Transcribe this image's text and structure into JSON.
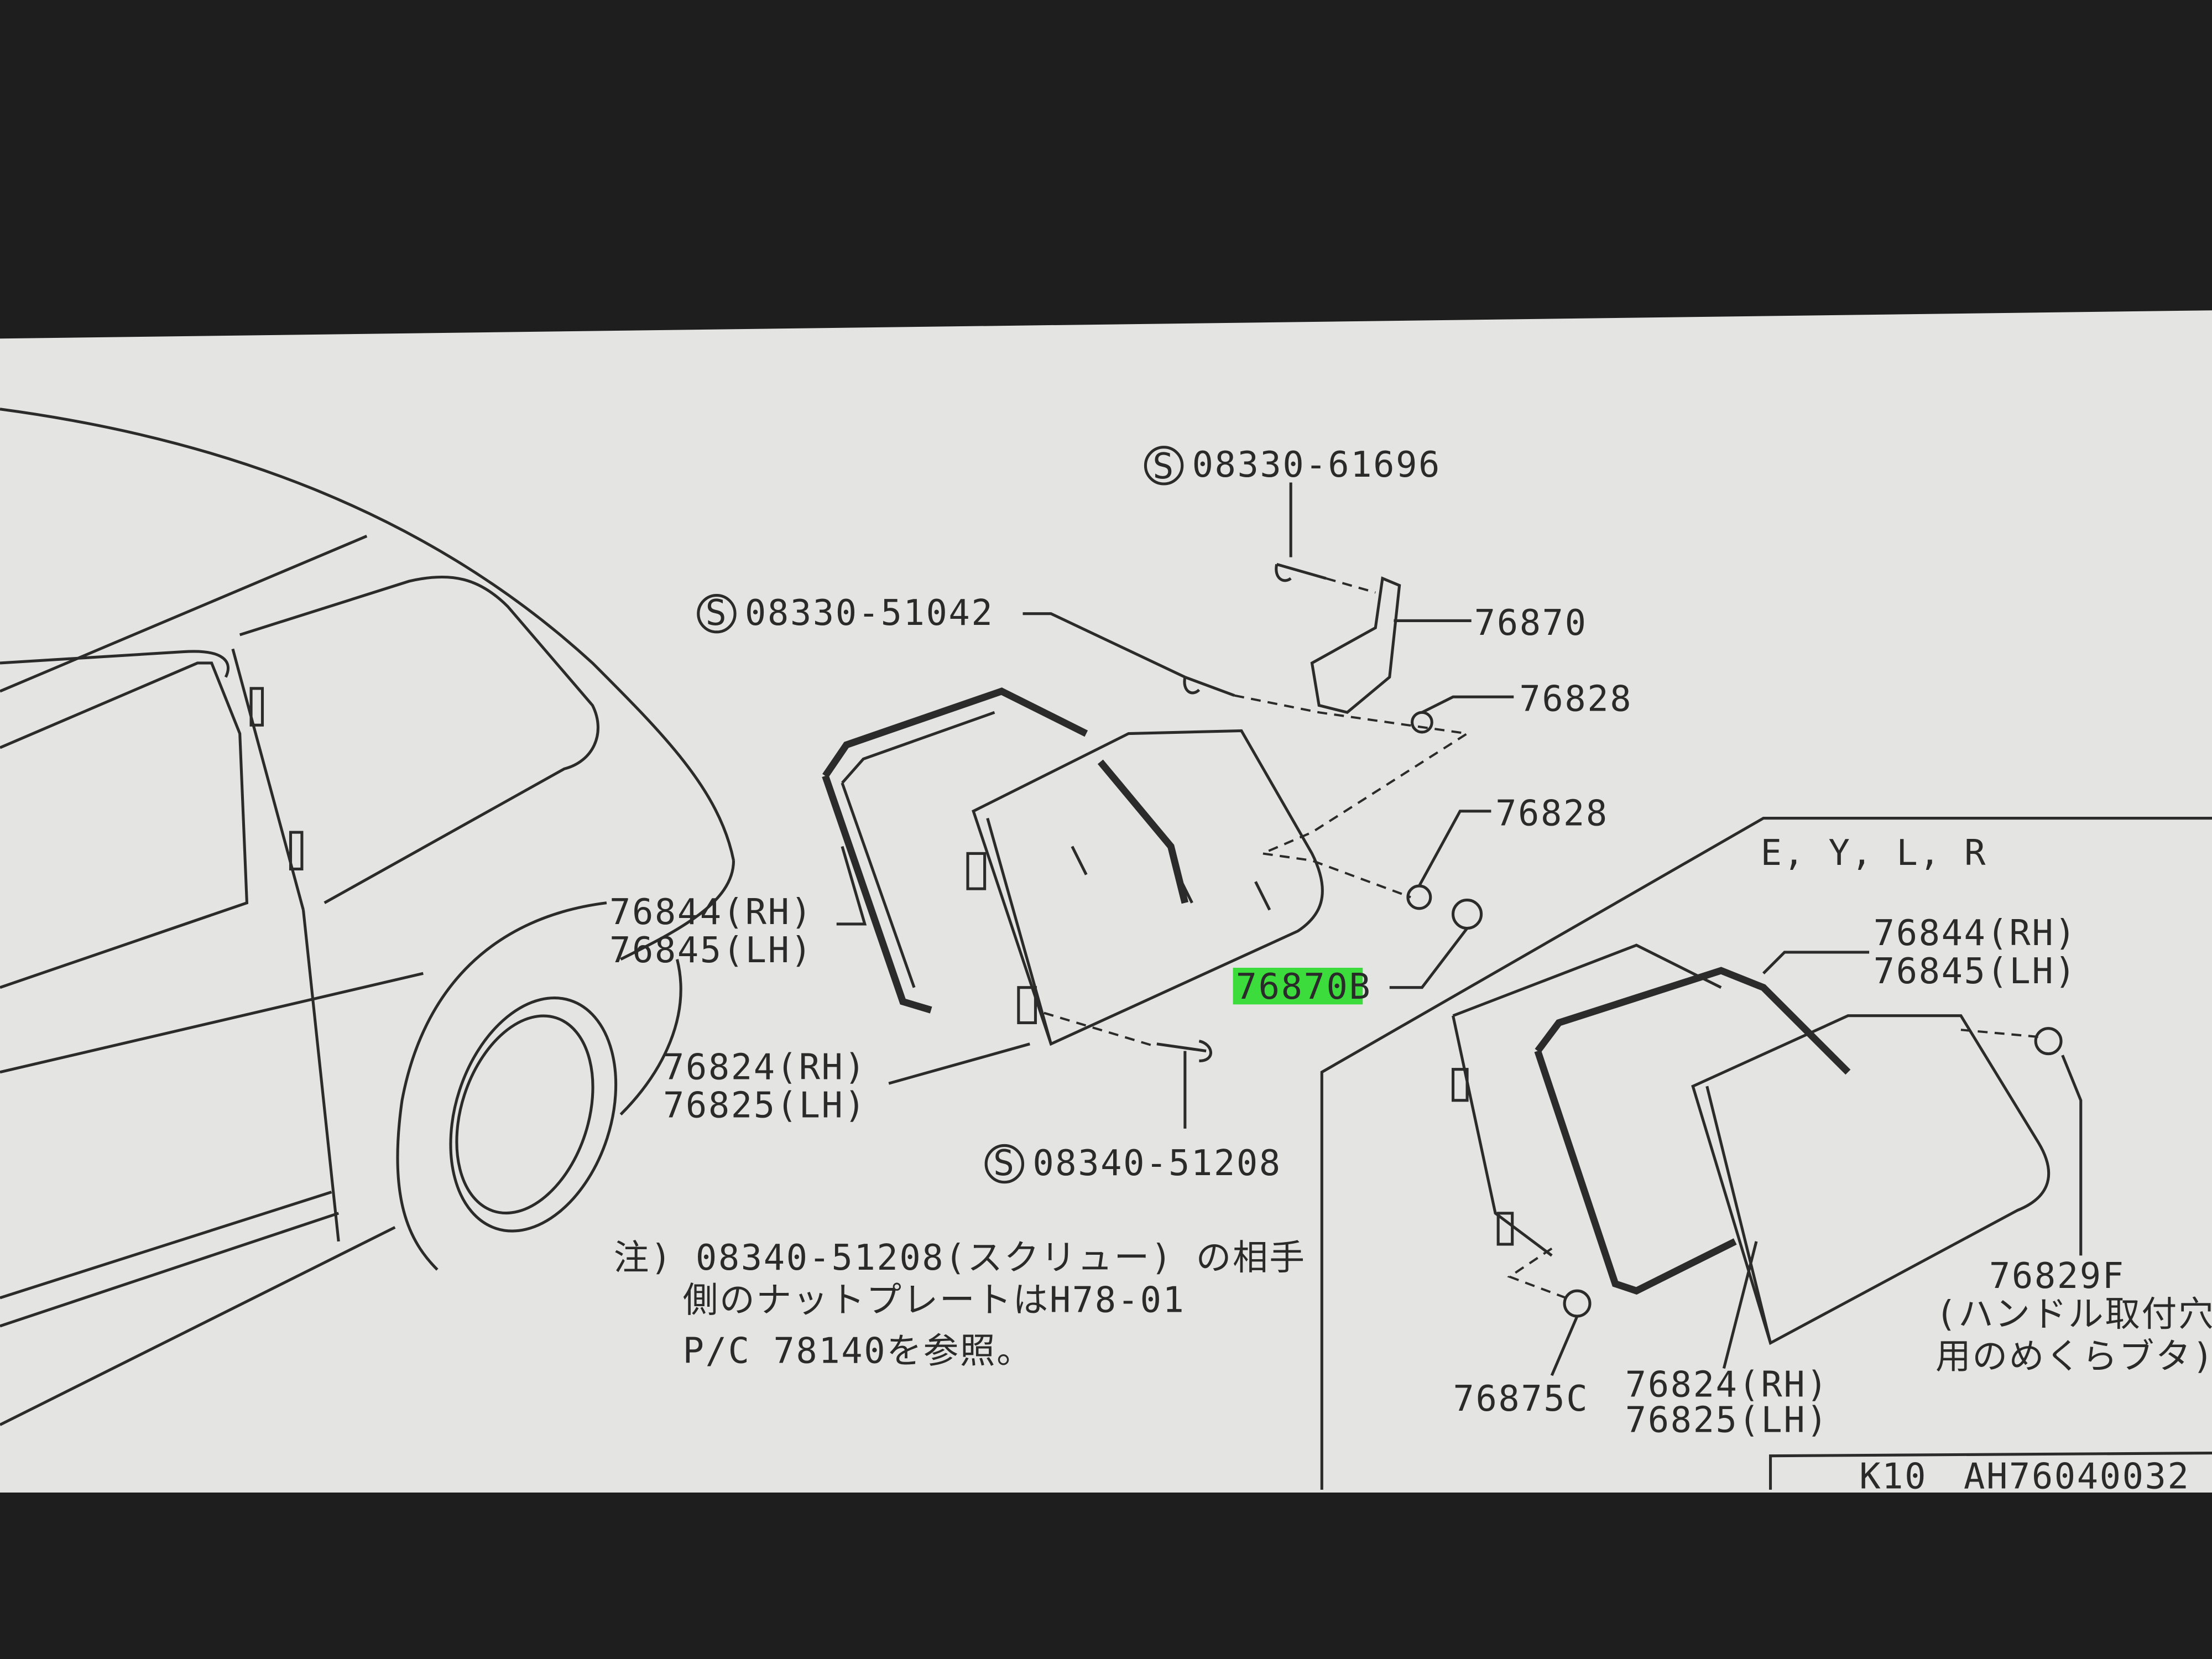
{
  "diagram": {
    "callouts": {
      "screw_top": "08330-61696",
      "screw_left": "08330-51042",
      "hinge": "76870",
      "nut_upper": "76828",
      "nut_lower": "76828",
      "seal_rh": "76844(RH)",
      "seal_lh": "76845(LH)",
      "highlighted": "76870",
      "highlighted_suffix": "B",
      "glass_rh": "76824(RH)",
      "glass_lh": "76825(LH)",
      "screw_bottom": "08340-51208",
      "standard_symbol": "S"
    },
    "note": {
      "line1": "注) 08340-51208(スクリュー) の相手",
      "line2": "側のナットプレートはH78-01",
      "line3": "P/C 78140を参照。"
    },
    "inset": {
      "variants": "E, Y, L, R",
      "seal_rh": "76844(RH)",
      "seal_lh": "76845(LH)",
      "cap": "76829F",
      "cap_note1": "(ハンドル取付穴",
      "cap_note2": "用のめくらブタ)",
      "clip": "76875C",
      "glass_rh": "76824(RH)",
      "glass_lh": "76825(LH)"
    },
    "footer": {
      "model": "K10",
      "code": "AH76040032"
    },
    "highlight_color": "#3ddc3d"
  }
}
